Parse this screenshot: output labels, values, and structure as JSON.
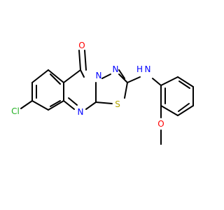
{
  "molecule": {
    "atoms": {
      "oxygen_carbonyl": "O",
      "nitrogen_ring_bridge": "N",
      "nitrogen_thiadiazole": "N",
      "nitrogen_amine": "N",
      "hydrogen_amine": "H",
      "nitrogen_pyrimidine": "N",
      "sulfur": "S",
      "chlorine": "Cl",
      "oxygen_methoxy": "O"
    },
    "colors": {
      "bond": "#000000",
      "oxygen": "#ff0000",
      "nitrogen": "#0000ff",
      "sulfur": "#b3a500",
      "chlorine": "#22b022"
    }
  }
}
